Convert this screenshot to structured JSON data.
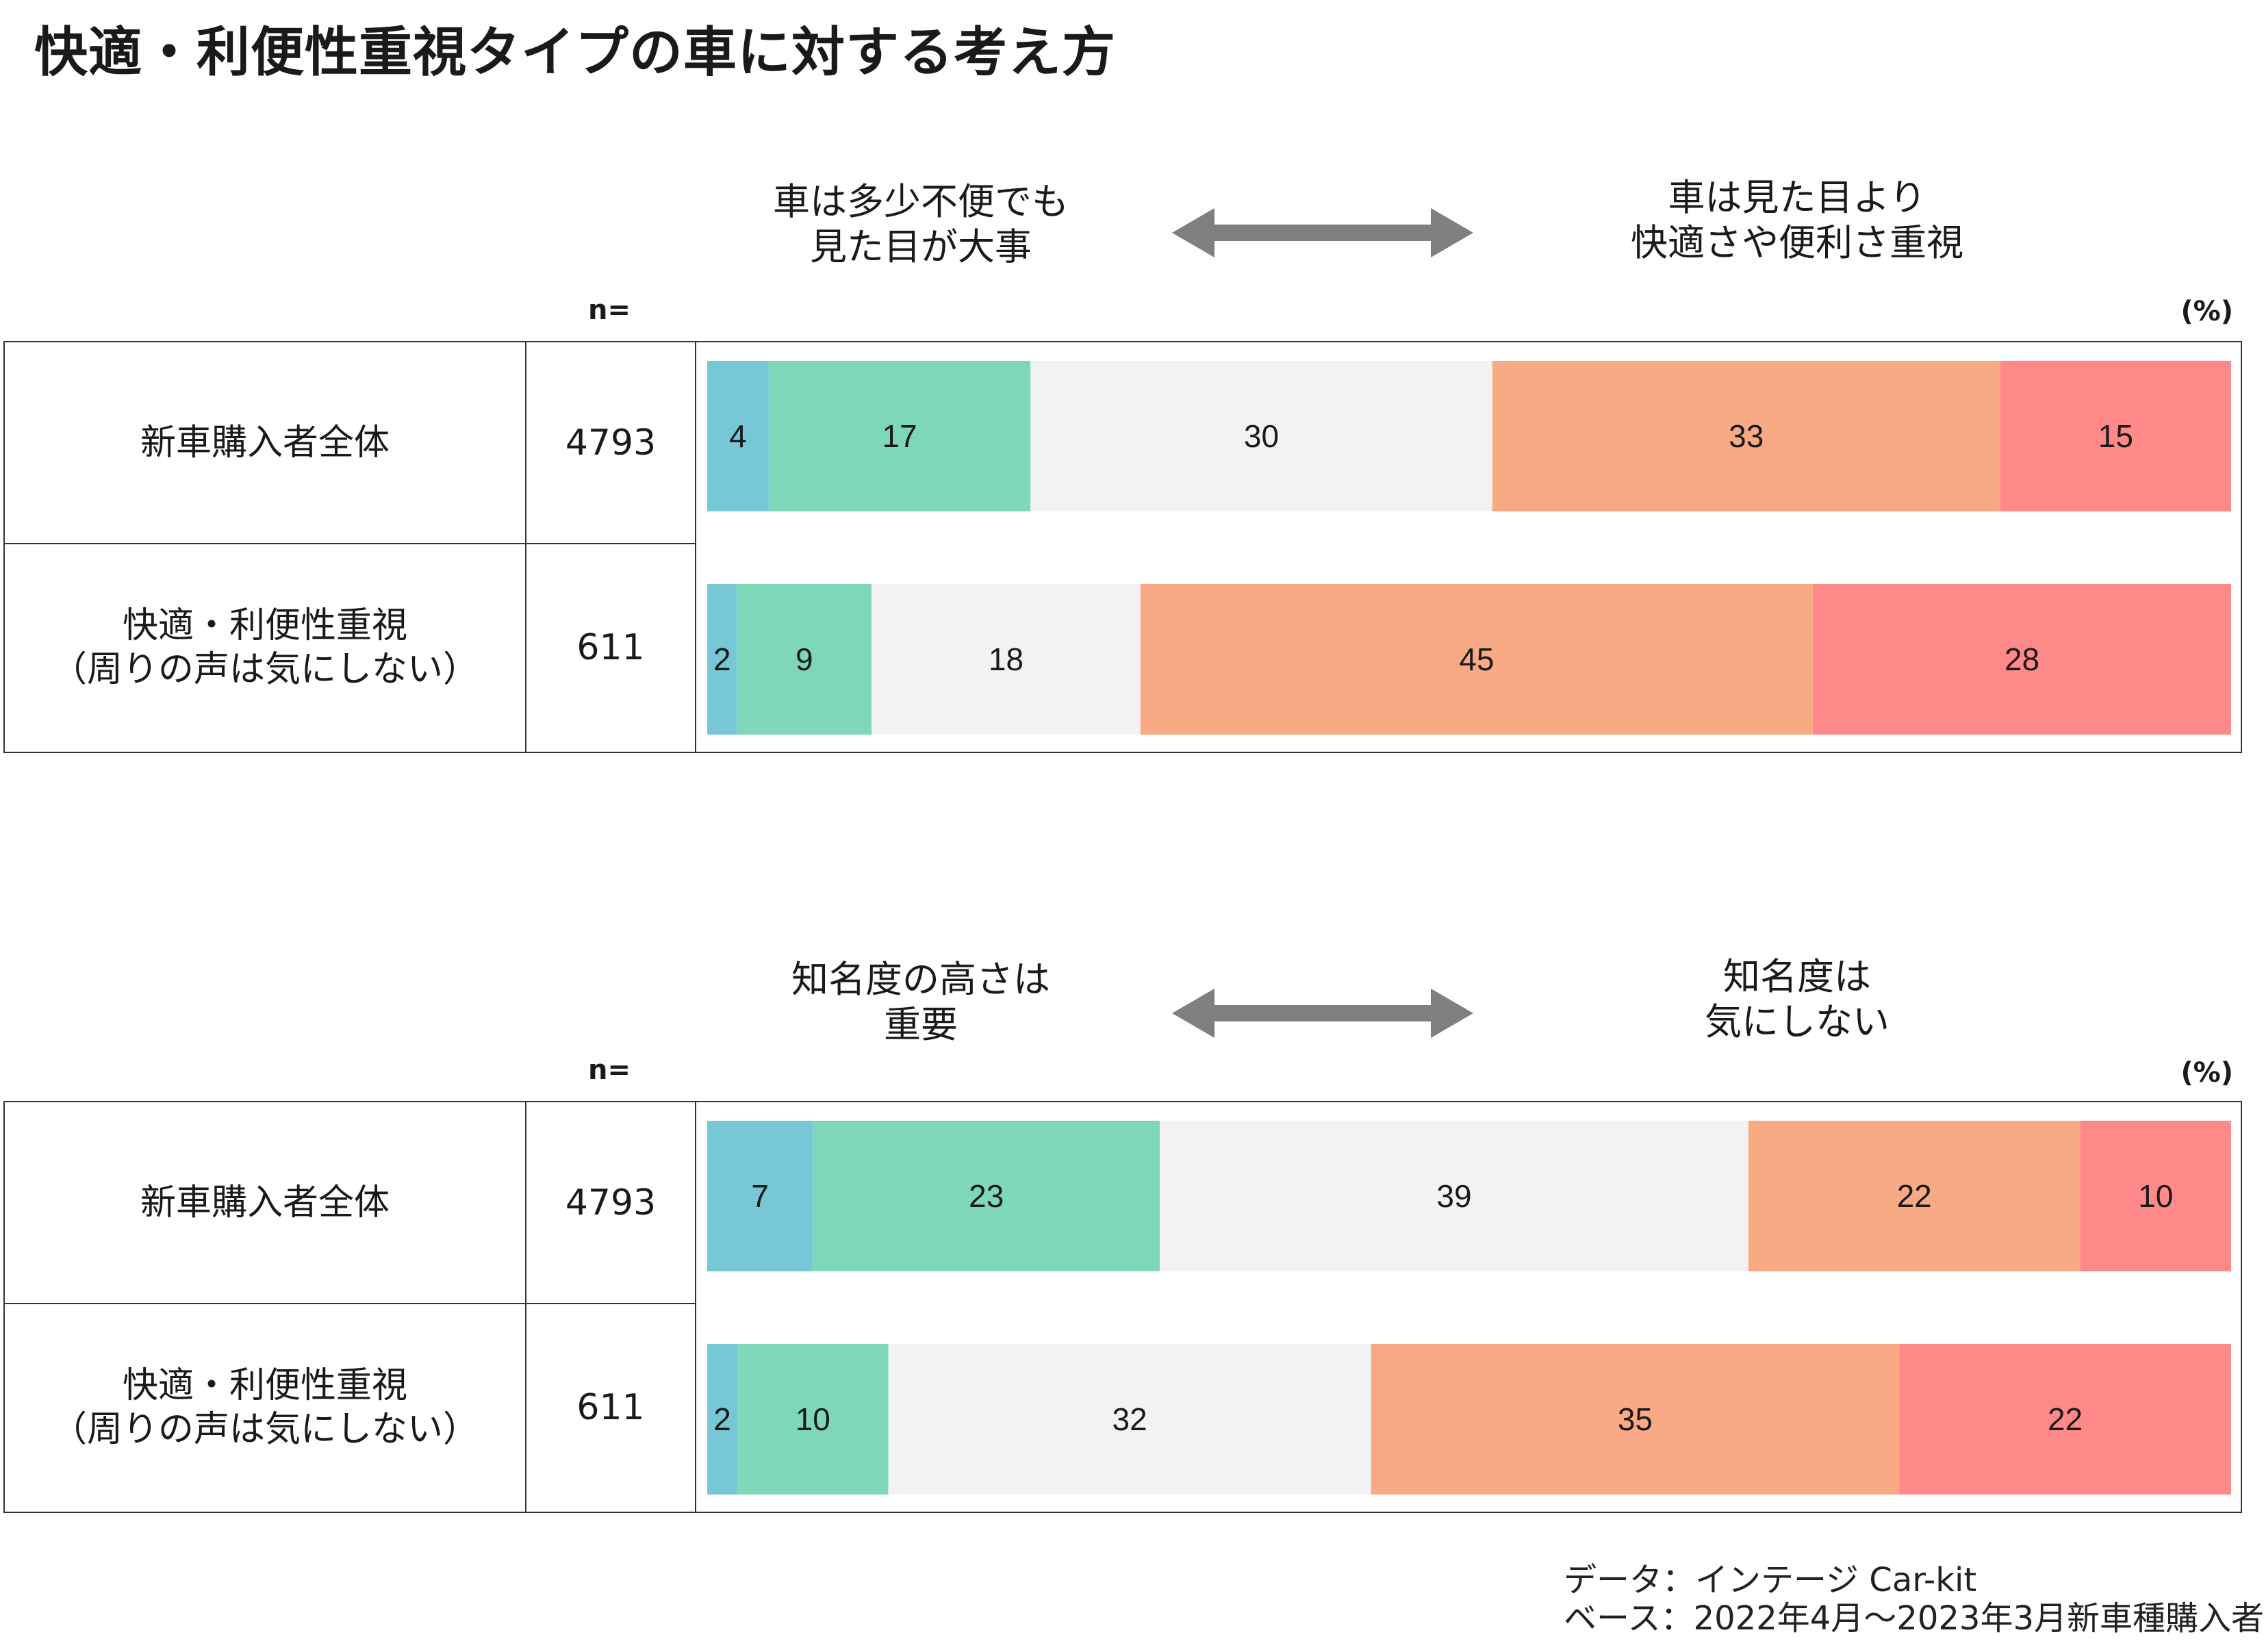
{
  "title": "快適・利便性重視タイプの車に対する考え方",
  "colors": [
    "#77c7d7",
    "#7fd7b9",
    "#f2f2f2",
    "#f8aa84",
    "#ff8888"
  ],
  "n_header": "n=",
  "pct_header": "(%)",
  "row_labels": [
    {
      "line1": "新車購入者全体",
      "line2": ""
    },
    {
      "line1": "快適・利便性重視",
      "line2": "（周りの声は気にしない）"
    }
  ],
  "chart_data": [
    {
      "type": "bar",
      "stacked": true,
      "orientation": "horizontal",
      "left_label": [
        "車は多少不便でも",
        "見た目が大事"
      ],
      "right_label": [
        "車は見た目より",
        "快適さや便利さ重視"
      ],
      "categories": [
        "新車購入者全体",
        "快適・利便性重視（周りの声は気にしない）"
      ],
      "n": [
        "4793",
        "611"
      ],
      "rows": [
        [
          4,
          17,
          30,
          33,
          15
        ],
        [
          2,
          9,
          18,
          45,
          28
        ]
      ]
    },
    {
      "type": "bar",
      "stacked": true,
      "orientation": "horizontal",
      "left_label": [
        "知名度の高さは",
        "重要"
      ],
      "right_label": [
        "知名度は",
        "気にしない"
      ],
      "categories": [
        "新車購入者全体",
        "快適・利便性重視（周りの声は気にしない）"
      ],
      "n": [
        "4793",
        "611"
      ],
      "rows": [
        [
          7,
          23,
          39,
          22,
          10
        ],
        [
          2,
          10,
          32,
          35,
          22
        ]
      ]
    }
  ],
  "footer": {
    "data_line": "データ：インテージ Car-kit",
    "base_line": "ベース：2022年4月～2023年3月新車種購入者"
  }
}
